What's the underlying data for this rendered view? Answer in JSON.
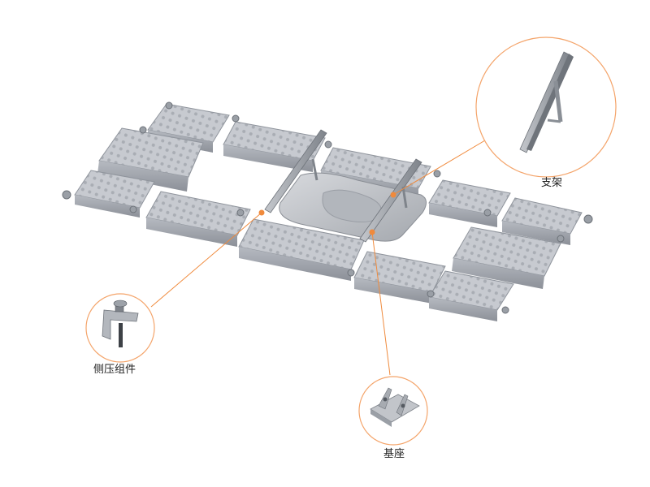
{
  "callouts": {
    "bracket": {
      "label": "支架"
    },
    "side_clamp": {
      "label": "侧压组件"
    },
    "base": {
      "label": "基座"
    }
  },
  "colors": {
    "float": "#c9ccd2",
    "float_dark": "#8f949c",
    "float_side": "#a9aeb5",
    "metal": "#9ea3a9",
    "accent_line": "#f08a3c",
    "circle_stroke": "#f4a46a"
  }
}
